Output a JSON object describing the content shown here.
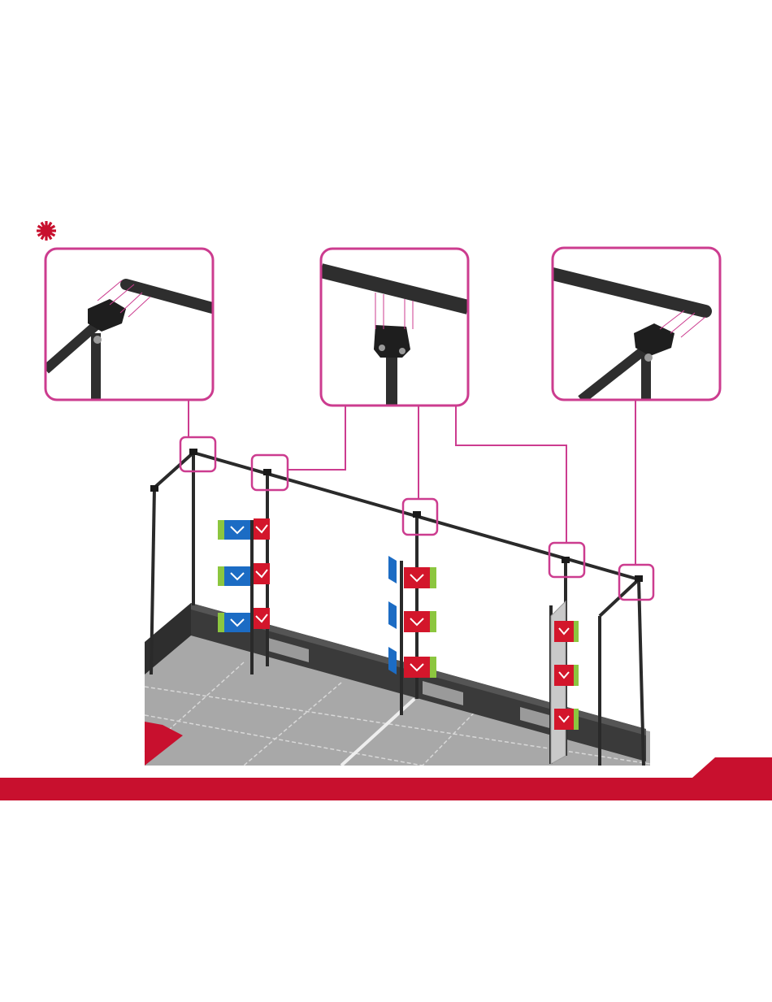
{
  "colors": {
    "callout": "#cc3c8f",
    "accent_red": "#c8102e",
    "frame": "#2a2a2a",
    "floor": "#a8a8a8",
    "floor_dark": "#8e8e8e",
    "sign_red": "#d3162b",
    "sign_blue": "#1c6cc4",
    "sign_green": "#8cc63f",
    "panel_gray": "#c9c9c9"
  },
  "icons": {
    "attention": "red-burst-icon",
    "check": "chevron-check-icon"
  },
  "callouts": [
    {
      "name": "detail-left-corner-bracket"
    },
    {
      "name": "detail-middle-tee-bracket"
    },
    {
      "name": "detail-right-corner-bracket"
    }
  ]
}
